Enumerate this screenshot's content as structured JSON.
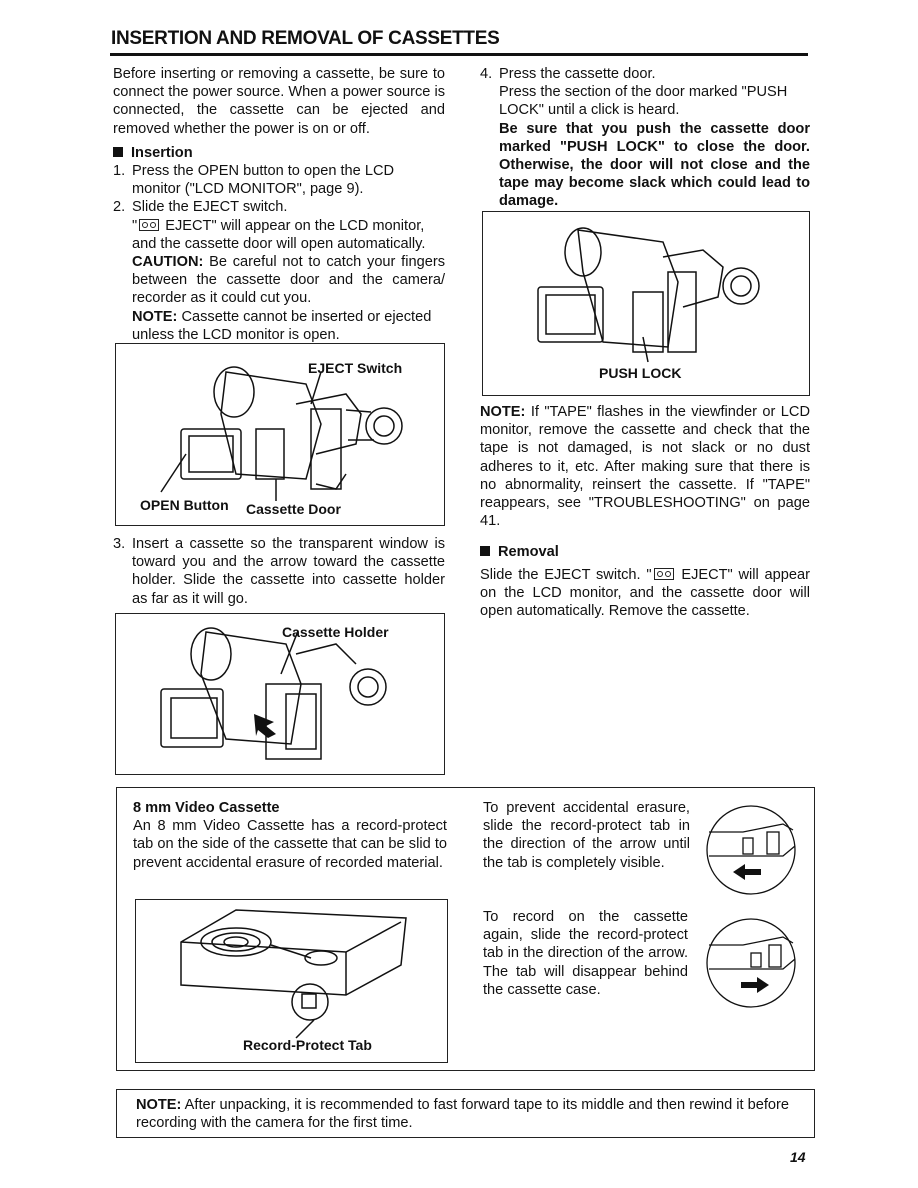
{
  "page": {
    "title": "INSERTION AND REMOVAL OF CASSETTES",
    "page_number": "14"
  },
  "intro": "Before inserting or removing a cassette, be sure to connect the power source. When a power source is connected, the cassette can be ejected and removed whether the power is on or off.",
  "insertion": {
    "heading": "Insertion",
    "step1_num": "1.",
    "step1": "Press the OPEN button to open the LCD monitor (\"LCD MONITOR\", page 9).",
    "step2_num": "2.",
    "step2": "Slide the EJECT switch.",
    "step2_detail_pre": "\"",
    "step2_detail": "EJECT\" will appear on the LCD monitor, and the cassette door will open automatically.",
    "caution_label": "CAUTION:",
    "caution_text": "Be careful not to catch your fingers between the cassette door and the camera/ recorder as it could cut you.",
    "note_label": "NOTE:",
    "note_text": "Cassette cannot be inserted or ejected unless the LCD monitor is open.",
    "fig1_label_eject": "EJECT Switch",
    "fig1_label_open": "OPEN Button",
    "fig1_label_door": "Cassette Door",
    "step3_num": "3.",
    "step3": "Insert a cassette so the transparent window is toward you and the arrow toward the cassette holder. Slide the cassette into cassette holder as far as it will go.",
    "fig2_label_holder": "Cassette Holder",
    "step4_num": "4.",
    "step4": "Press the cassette door.",
    "step4_detail": "Press the section of the door marked \"PUSH LOCK\" until a click is heard.",
    "step4_warning": "Be sure that you push the cassette door marked \"PUSH LOCK\" to close the door. Otherwise, the door will not close and the tape may become slack which could lead to damage.",
    "fig3_label_push": "PUSH LOCK",
    "note2_label": "NOTE:",
    "note2_text": "If \"TAPE\" flashes in the viewfinder or LCD monitor, remove the cassette and check that the tape is not damaged, is not slack or no dust adheres to it, etc. After making sure that there is no abnormality, reinsert the cassette. If \"TAPE\" reappears, see \"TROUBLESHOOTING\" on page 41."
  },
  "removal": {
    "heading": "Removal",
    "text_pre": "Slide the EJECT switch. \"",
    "text": "EJECT\" will appear on the LCD monitor, and the cassette door will open automatically. Remove the cassette."
  },
  "cassette_box": {
    "heading": "8 mm Video Cassette",
    "text": "An 8 mm Video Cassette has a record-protect tab on the side of the cassette that can be slid to prevent accidental erasure of recorded material.",
    "fig_label": "Record-Protect Tab",
    "prevent_text": "To prevent accidental erasure, slide the record-protect tab in the direction of the arrow until the tab is completely visible.",
    "record_text": "To record on the cassette again, slide the record-protect tab in the direction of the arrow. The tab will disappear behind the cassette case."
  },
  "bottom_note": {
    "label": "NOTE:",
    "text": "After unpacking, it is recommended to fast forward tape to its middle and then rewind it before recording with the camera for the first time."
  }
}
